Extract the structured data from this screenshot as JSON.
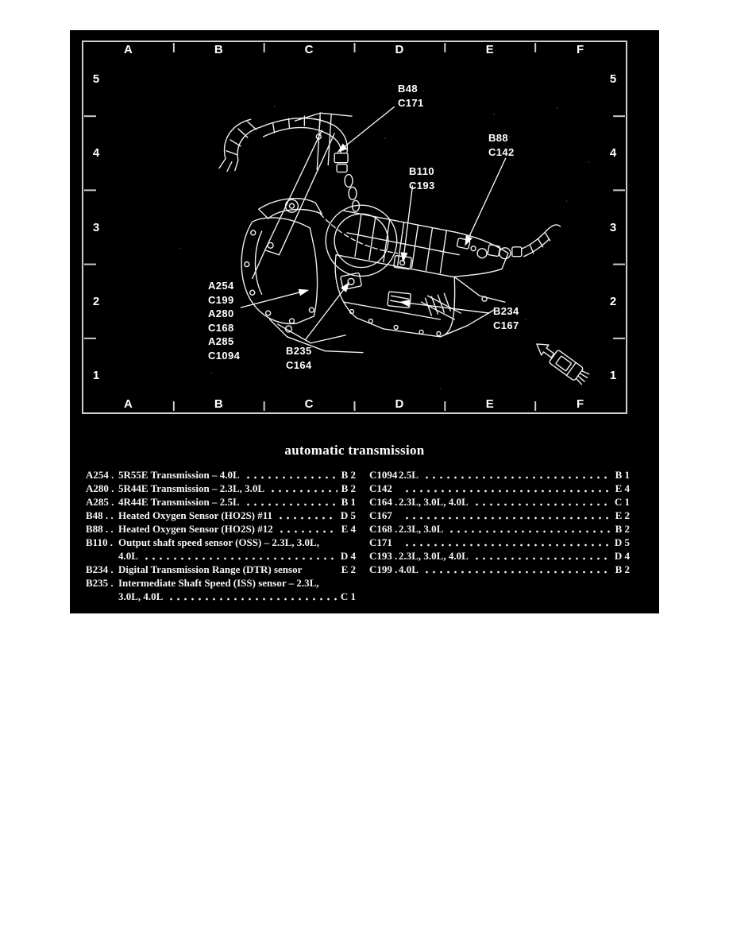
{
  "page": {
    "background": "#ffffff",
    "panel_background": "#000000",
    "line_color": "#ffffff",
    "grid_border_color": "#cfcfcf"
  },
  "grid": {
    "columns": [
      "A",
      "B",
      "C",
      "D",
      "E",
      "F"
    ],
    "rows": [
      "5",
      "4",
      "3",
      "2",
      "1"
    ]
  },
  "callouts": {
    "b48": [
      "B48",
      "C171"
    ],
    "b88": [
      "B88",
      "C142"
    ],
    "b110": [
      "B110",
      "C193"
    ],
    "a254_stack": [
      "A254",
      "C199",
      "A280",
      "C168",
      "A285",
      "C1094"
    ],
    "b235": [
      "B235",
      "C164"
    ],
    "b234": [
      "B234",
      "C167"
    ]
  },
  "diagram": {
    "subject": "automatic transmission component location line art",
    "corner_icon": "front-direction-connector-icon"
  },
  "legend": {
    "title": "automatic transmission",
    "left": [
      {
        "code": "A254 .",
        "desc": "5R55E Transmission – 4.0L",
        "ref": "B 2"
      },
      {
        "code": "A280 .",
        "desc": "5R44E Transmission – 2.3L, 3.0L",
        "ref": "B 2"
      },
      {
        "code": "A285 .",
        "desc": "4R44E Transmission – 2.5L",
        "ref": "B 1"
      },
      {
        "code": "B48 . .",
        "desc": "Heated Oxygen Sensor (HO2S) #11",
        "ref": "D 5"
      },
      {
        "code": "B88 . .",
        "desc": "Heated Oxygen Sensor (HO2S) #12",
        "ref": "E 4"
      },
      {
        "code": "B110 .",
        "desc": "Output shaft speed sensor (OSS) – 2.3L, 3.0L,",
        "desc2": "4.0L",
        "ref": "D 4"
      },
      {
        "code": "B234 .",
        "desc": "Digital Transmission Range (DTR) sensor",
        "ref": "E 2"
      },
      {
        "code": "B235 .",
        "desc": "Intermediate Shaft Speed (ISS) sensor – 2.3L,",
        "desc2": "3.0L, 4.0L",
        "ref": "C 1"
      }
    ],
    "right": [
      {
        "code": "C1094",
        "desc": "2.5L",
        "ref": "B 1"
      },
      {
        "code": "C142",
        "desc": "",
        "ref": "E 4"
      },
      {
        "code": "C164 .",
        "desc": "2.3L, 3.0L, 4.0L",
        "ref": "C 1"
      },
      {
        "code": "C167",
        "desc": "",
        "ref": "E 2"
      },
      {
        "code": "C168 .",
        "desc": "2.3L, 3.0L",
        "ref": "B 2"
      },
      {
        "code": "C171",
        "desc": "",
        "ref": "D 5"
      },
      {
        "code": "C193 .",
        "desc": "2.3L, 3.0L, 4.0L",
        "ref": "D 4"
      },
      {
        "code": "C199 .",
        "desc": "4.0L",
        "ref": "B 2"
      }
    ]
  }
}
